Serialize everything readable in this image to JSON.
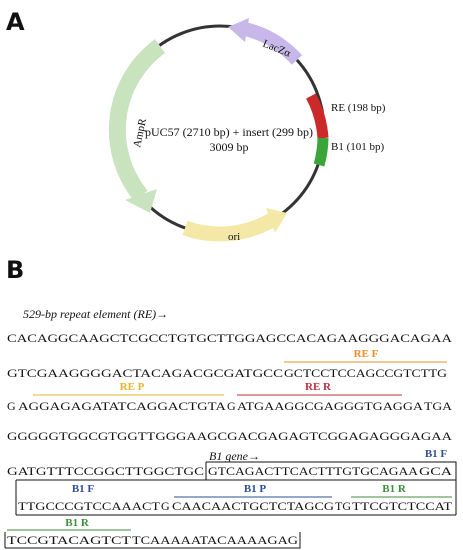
{
  "panel_a": {
    "letter": "A",
    "center_line1": "pUC57 (2710 bp) + insert (299 bp)",
    "center_line2": "3009 bp",
    "features": {
      "lacza": "LacZα",
      "re": "RE (198 bp)",
      "b1": "B1  (101 bp)",
      "ampr": "AmpR",
      "ori": "ori"
    },
    "colors": {
      "lacza": "#c8b8ea",
      "re": "#cc2a2a",
      "b1": "#3aa63a",
      "ampr": "#c9e3bf",
      "ori": "#f3e8a6",
      "backbone": "#333333"
    }
  },
  "panel_b": {
    "letter": "B",
    "re_title": "529-bp repeat element (RE)→",
    "b1_gene": "B1 gene→",
    "lines": {
      "l1": "CACAGGCAAGCTCGCCTGTGCTTGGAGCCACAGAAGGGACAGAA",
      "l2a": "GTCGAAGGGGACTACAGACGCGATGCC",
      "l2b": "GCTCCTCCAGCCGTCTTG",
      "l3a": "G",
      "l3b": "AGGAGAGATATCAGGACTGTA",
      "l3c": "G",
      "l3d": "ATGAAGGCGAGGGTGAGGA",
      "l3e": "TGA",
      "l4": "GGGGGTGGCGTGGTTGGGAAGCGACGAGAGTCGGAGAGGGAGAA",
      "l5a": "GATGTTTCCGGCTTGGCTGC",
      "l5b": "GTCAGACTTCACTTTGTGCAGAA",
      "l5c": "GCA",
      "l6a": "TTGCCCGTCCAAACT",
      "l6b": "G",
      "l6c": "CAACAACTGCTCTAGCG",
      "l6d": "TG",
      "l6e": "TTCGTCTCCAT",
      "l7a": "TCCGTACAGTCT",
      "l7b": "TCAAAAATACAAAAGAG"
    },
    "primers": {
      "re_f": "RE F",
      "re_p": "RE P",
      "re_r": "RE R",
      "b1_f_top": "B1 F",
      "b1_f": "B1 F",
      "b1_p": "B1 P",
      "b1_r": "B1 R",
      "b1_r2": "B1 R"
    },
    "colors": {
      "re_f": "#e8902a",
      "re_p": "#e6b52e",
      "re_r": "#c03040",
      "b1_f": "#2f4f9a",
      "b1_p": "#2f4f9a",
      "b1_r": "#3d8f3d"
    }
  }
}
